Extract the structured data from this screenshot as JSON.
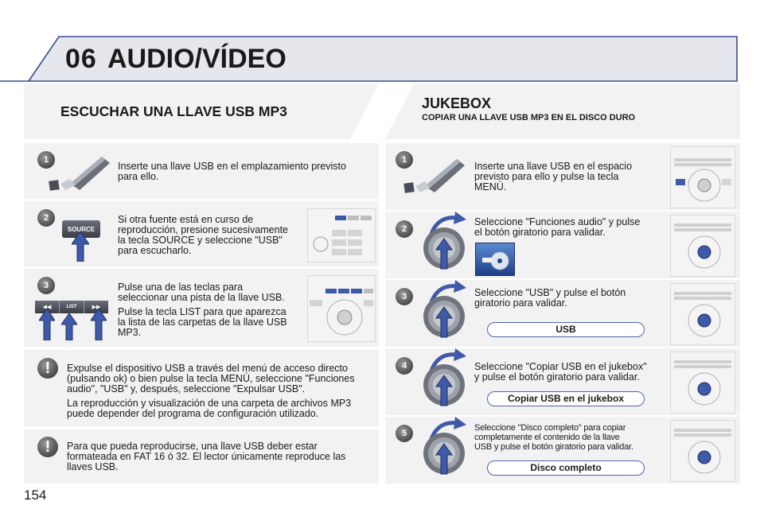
{
  "header": {
    "chapter": "06",
    "title": "AUDIO/VÍDEO"
  },
  "left": {
    "section_title": "ESCUCHAR UNA LLAVE USB MP3",
    "steps": [
      {
        "num": "1",
        "lines": [
          "Inserte una llave USB en el emplazamiento previsto",
          "para ello."
        ]
      },
      {
        "num": "2",
        "button": "SOURCE",
        "lines": [
          "Si otra fuente está en curso de",
          "reproducción, presione sucesivamente",
          "la tecla SOURCE y seleccione \"USB\"",
          "para escucharlo."
        ]
      },
      {
        "num": "3",
        "button": "LIST",
        "lines": [
          "Pulse una de las teclas para",
          "seleccionar una pista de la llave USB."
        ],
        "lines2": [
          "Pulse la tecla LIST para que aparezca",
          "la lista de las carpetas de la llave USB",
          "MP3."
        ]
      }
    ],
    "notes": [
      {
        "icon": "!",
        "lines": [
          "Expulse el dispositivo USB a través del menú de acceso directo",
          "(pulsando ok) o bien pulse la tecla MENÚ, seleccione \"Funciones",
          "audio\", \"USB\" y, después, seleccione \"Expulsar USB\"."
        ],
        "lines2": [
          "La reproducción y visualización de una carpeta de archivos MP3",
          "puede depender del programa de configuración utilizado."
        ]
      },
      {
        "icon": "!",
        "lines": [
          "Para que pueda reproducirse, una llave USB deber estar",
          "formateada en FAT 16 ó 32. El lector únicamente reproduce las",
          "llaves USB."
        ]
      }
    ]
  },
  "right": {
    "section_title": "JUKEBOX",
    "section_subtitle": "COPIAR UNA LLAVE USB MP3 EN EL DISCO DURO",
    "steps": [
      {
        "num": "1",
        "lines": [
          "Inserte una llave USB en el espacio",
          "previsto para ello y pulse la tecla",
          "MENÚ."
        ],
        "pill": ""
      },
      {
        "num": "2",
        "lines": [
          "Seleccione \"Funciones audio\" y pulse",
          "el botón giratorio para validar."
        ],
        "pill": ""
      },
      {
        "num": "3",
        "lines": [
          "Seleccione \"USB\" y pulse el botón",
          "giratorio para validar."
        ],
        "pill": "USB"
      },
      {
        "num": "4",
        "lines": [
          "Seleccione \"Copiar USB en el jukebox\"",
          "y pulse el botón giratorio para validar."
        ],
        "pill": "Copiar USB en el jukebox"
      },
      {
        "num": "5",
        "lines": [
          "Seleccione \"Disco completo\" para copiar",
          "completamente el contenido de la llave",
          "USB y pulse el botón giratorio para validar."
        ],
        "pill": "Disco completo"
      }
    ]
  },
  "footer": {
    "page": "154"
  },
  "colors": {
    "banner": "#e3e4ea",
    "banner_edge": "#3b4a8c",
    "arrow": "#3f5aa8",
    "panel": "#f2f2f3"
  }
}
